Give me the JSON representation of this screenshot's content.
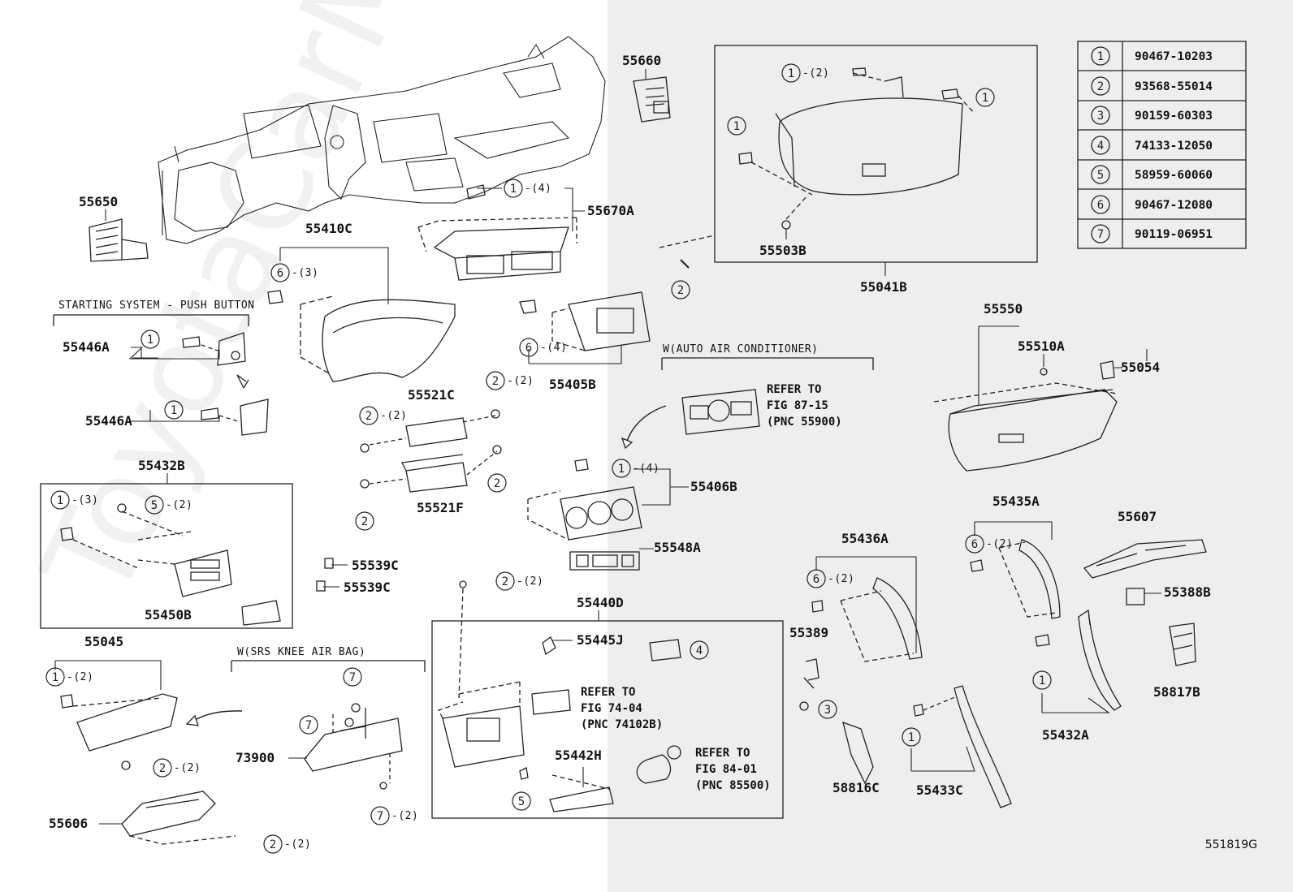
{
  "watermark": "ToyotaCarMark",
  "catalog_number": "551819G",
  "legend": [
    {
      "num": "1",
      "code": "90467-10203"
    },
    {
      "num": "2",
      "code": "93568-55014"
    },
    {
      "num": "3",
      "code": "90159-60303"
    },
    {
      "num": "4",
      "code": "74133-12050"
    },
    {
      "num": "5",
      "code": "58959-60060"
    },
    {
      "num": "6",
      "code": "90467-12080"
    },
    {
      "num": "7",
      "code": "90119-06951"
    }
  ],
  "sections": {
    "starting_system": "STARTING SYSTEM - PUSH BUTTON",
    "auto_air": "W(AUTO AIR CONDITIONER)",
    "srs_knee": "W(SRS KNEE AIR BAG)"
  },
  "parts": {
    "p55650": "55650",
    "p55660": "55660",
    "p55670A": "55670A",
    "p55410C": "55410C",
    "p55041B": "55041B",
    "p55503B": "55503B",
    "p55446A_1": "55446A",
    "p55446A_2": "55446A",
    "p55405B": "55405B",
    "p55521C": "55521C",
    "p55521F": "55521F",
    "p55432B": "55432B",
    "p55450B": "55450B",
    "p55539C_1": "55539C",
    "p55539C_2": "55539C",
    "p55406B": "55406B",
    "p55548A": "55548A",
    "p55550": "55550",
    "p55510A": "55510A",
    "p55054": "55054",
    "p55435A": "55435A",
    "p55607": "55607",
    "p55436A": "55436A",
    "p55388B": "55388B",
    "p55389": "55389",
    "p58817B": "58817B",
    "p55432A": "55432A",
    "p58816C": "58816C",
    "p55433C": "55433C",
    "p55440D": "55440D",
    "p55445J": "55445J",
    "p55442H": "55442H",
    "p55045": "55045",
    "p73900": "73900",
    "p55606": "55606"
  },
  "qty": {
    "q1_2": "-(2)",
    "q1_4a": "-(4)",
    "q6_3": "-(3)",
    "q6_4": "-(4)",
    "q2_2a": "-(2)",
    "q2_2b": "-(2)",
    "q1_3": "-(3)",
    "q5_2": "-(2)",
    "q1_4b": "-(4)",
    "q6_2a": "-(2)",
    "q6_2b": "-(2)",
    "q2_2c": "-(2)",
    "q1_2b": "-(2)",
    "q2_2d": "-(2)",
    "q7_2": "-(2)",
    "q2_2e": "-(2)"
  },
  "refs": {
    "ref1": "REFER TO\nFIG 87-15\n(PNC 55900)",
    "ref2": "REFER TO\nFIG 74-04\n(PNC 74102B)",
    "ref3": "REFER TO\nFIG 84-01\n(PNC 85500)"
  }
}
